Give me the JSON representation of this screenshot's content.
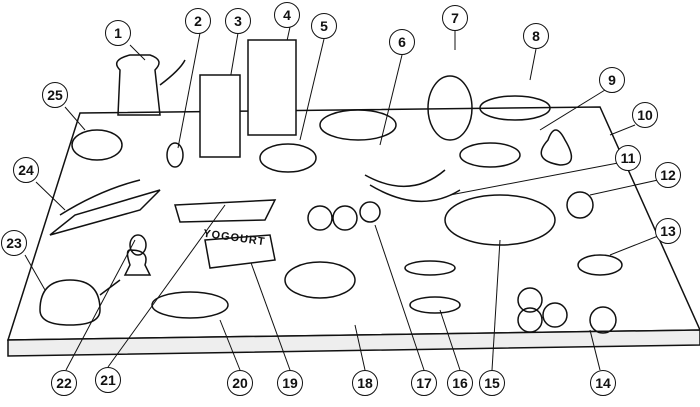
{
  "labels": [
    "1",
    "2",
    "3",
    "4",
    "5",
    "6",
    "7",
    "8",
    "9",
    "10",
    "11",
    "12",
    "13",
    "14",
    "15",
    "16",
    "17",
    "18",
    "19",
    "20",
    "21",
    "22",
    "23",
    "24",
    "25"
  ],
  "yogurt_text": "YOGOURT",
  "colors": {
    "ink": "#111111",
    "paper": "#ffffff"
  }
}
